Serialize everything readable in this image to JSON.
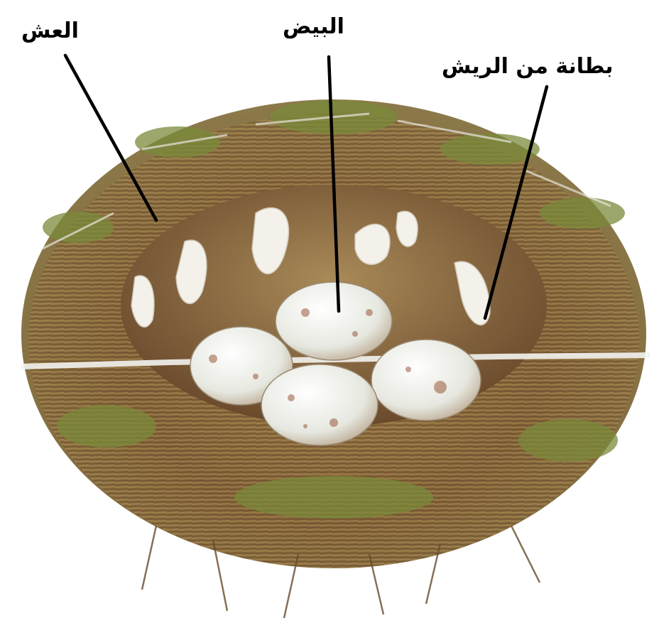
{
  "labels": {
    "nest": "العش",
    "eggs": "البيض",
    "feather_lining": "بطانة من الريش"
  },
  "colors": {
    "background": "#ffffff",
    "label_text": "#000000",
    "leader_line": "#000000",
    "nest_dark": "#5a3a22",
    "nest_mid": "#8a6a3c",
    "nest_light": "#b89a5e",
    "foliage": "#7a8a3a",
    "feather": "#f4f1ea",
    "egg_fill": "#eef0ea",
    "egg_speckle": "#9a5a3a",
    "rim": "#f3f3ef"
  }
}
